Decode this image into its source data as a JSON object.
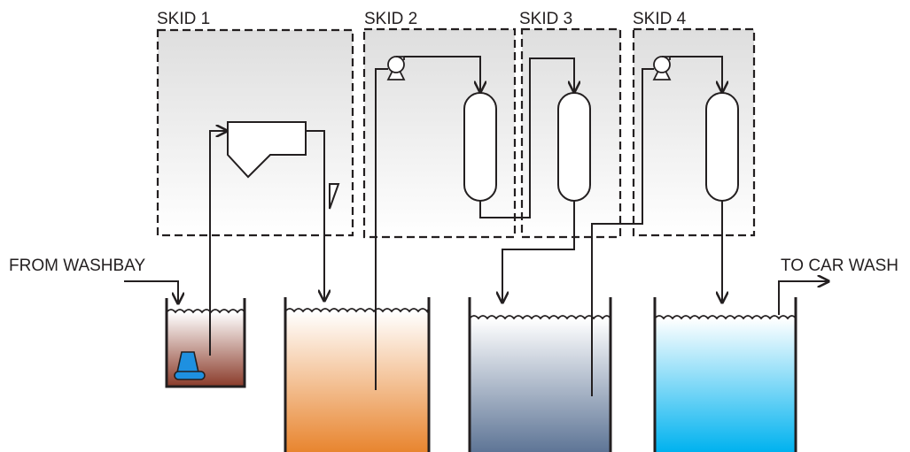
{
  "skids": [
    {
      "label": "SKID 1"
    },
    {
      "label": "SKID 2"
    },
    {
      "label": "SKID 3"
    },
    {
      "label": "SKID 4"
    }
  ],
  "inlet_label": "FROM WASHBAY",
  "outlet_label": "TO CAR WASH",
  "colors": {
    "line": "#231f20",
    "skid_fill": "#e6e6e6",
    "sump_water": "#8a3b2a",
    "sump_pump": "#1e90e0",
    "tank2_water": "#e8852f",
    "tank3_water": "#5e7596",
    "tank4_water": "#00b2ef"
  }
}
